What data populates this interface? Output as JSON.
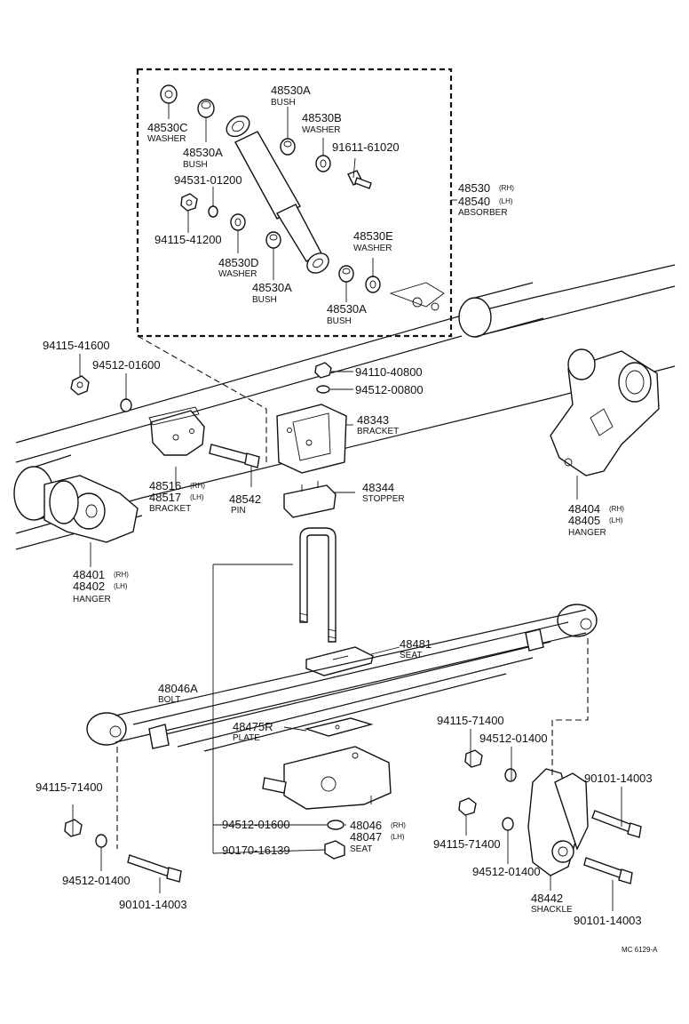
{
  "labels": {
    "l48530c": {
      "pn": "48530C",
      "nm": "WASHER"
    },
    "l48530a_top": {
      "pn": "48530A",
      "nm": "BUSH"
    },
    "l48530a_left": {
      "pn": "48530A",
      "nm": "BUSH"
    },
    "l48530b": {
      "pn": "48530B",
      "nm": "WASHER"
    },
    "l91611": {
      "pn": "91611-61020"
    },
    "l94531": {
      "pn": "94531-01200"
    },
    "l94115_41200": {
      "pn": "94115-41200"
    },
    "l48530d": {
      "pn": "48530D",
      "nm": "WASHER"
    },
    "l48530a_mid": {
      "pn": "48530A",
      "nm": "BUSH"
    },
    "l48530e": {
      "pn": "48530E",
      "nm": "WASHER"
    },
    "l48530a_bot": {
      "pn": "48530A",
      "nm": "BUSH"
    },
    "l48530": {
      "pn": "48530",
      "sfx": "(RH)",
      "pn2": "48540",
      "sfx2": "(LH)",
      "nm": "ABSORBER"
    },
    "l94115_41600": {
      "pn": "94115-41600"
    },
    "l94512_01600_top": {
      "pn": "94512-01600"
    },
    "l94110": {
      "pn": "94110-40800"
    },
    "l94512_00800": {
      "pn": "94512-00800"
    },
    "l48343": {
      "pn": "48343",
      "nm": "BRACKET"
    },
    "l48516": {
      "pn": "48516",
      "sfx": "(RH)",
      "pn2": "48517",
      "sfx2": "(LH)",
      "nm": "BRACKET"
    },
    "l48542": {
      "pn": "48542",
      "nm": "PIN"
    },
    "l48344": {
      "pn": "48344",
      "nm": "STOPPER"
    },
    "l48404": {
      "pn": "48404",
      "sfx": "(RH)",
      "pn2": "48405",
      "sfx2": "(LH)",
      "nm": "HANGER"
    },
    "l48401": {
      "pn": "48401",
      "sfx": "(RH)",
      "pn2": "48402",
      "sfx2": "(LH)",
      "nm": "HANGER"
    },
    "l48481": {
      "pn": "48481",
      "nm": "SEAT"
    },
    "l48046a": {
      "pn": "48046A",
      "nm": "BOLT"
    },
    "l48475r": {
      "pn": "48475R",
      "nm": "PLATE"
    },
    "l94115_71400_r1": {
      "pn": "94115-71400"
    },
    "l94512_01400_r1": {
      "pn": "94512-01400"
    },
    "l90101_r1": {
      "pn": "90101-14003"
    },
    "l94115_71400_left": {
      "pn": "94115-71400"
    },
    "l94512_01600_bot": {
      "pn": "94512-01600"
    },
    "l48046": {
      "pn": "48046",
      "sfx": "(RH)",
      "pn2": "48047",
      "sfx2": "(LH)",
      "nm": "SEAT"
    },
    "l90170": {
      "pn": "90170-16139"
    },
    "l94115_71400_r2": {
      "pn": "94115-71400"
    },
    "l94512_01400_r2": {
      "pn": "94512-01400"
    },
    "l48442": {
      "pn": "48442",
      "nm": "SHACKLE"
    },
    "l94512_01400_left": {
      "pn": "94512-01400"
    },
    "l90101_left": {
      "pn": "90101-14003"
    },
    "l90101_r2": {
      "pn": "90101-14003"
    }
  },
  "ref_code": "MC 6129-A"
}
